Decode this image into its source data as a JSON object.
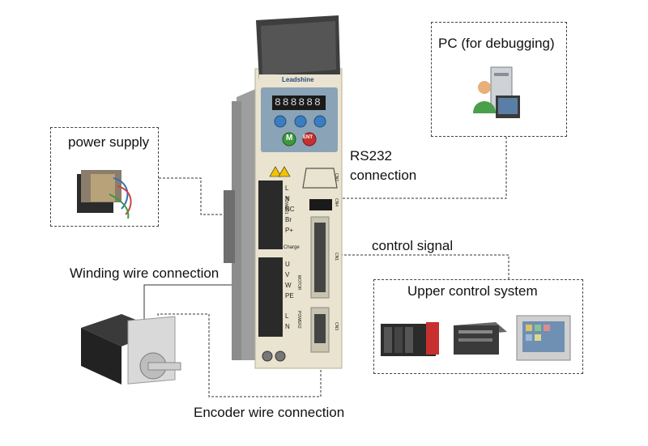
{
  "labels": {
    "power_supply": "power supply",
    "pc": "PC (for debugging)",
    "rs232_line1": "RS232",
    "rs232_line2": "connection",
    "control_signal": "control signal",
    "upper_control": "Upper control system",
    "winding": "Winding wire connection",
    "encoder": "Encoder wire connection"
  },
  "drive": {
    "brand": "Leadshine",
    "display": "888888",
    "terminal_top": [
      "L",
      "N",
      "NC",
      "Br",
      "P+"
    ],
    "charge": "Charge",
    "terminal_motor": [
      "U",
      "V",
      "W",
      "PE"
    ],
    "terminal_bottom": [
      "L",
      "N"
    ],
    "side_power": "POWER1",
    "side_motor": "MOTOR",
    "side_power2": "POWER2",
    "cn2": "CN2",
    "cn4": "CN4",
    "cn1": "CN1",
    "cn3": "CN3",
    "btn_m": "M",
    "btn_ent": "ENT"
  },
  "colors": {
    "drive_body": "#e9e3cf",
    "panel": "#8aa3b6",
    "display": "#1a1a1a",
    "segment": "#d9d9d9",
    "button_blue": "#3a7dc1",
    "button_m": "#3c9a3c",
    "button_ent": "#c83030",
    "heatsink": "#a9a9a9",
    "cover": "#3e3e3e",
    "line": "#333333"
  }
}
